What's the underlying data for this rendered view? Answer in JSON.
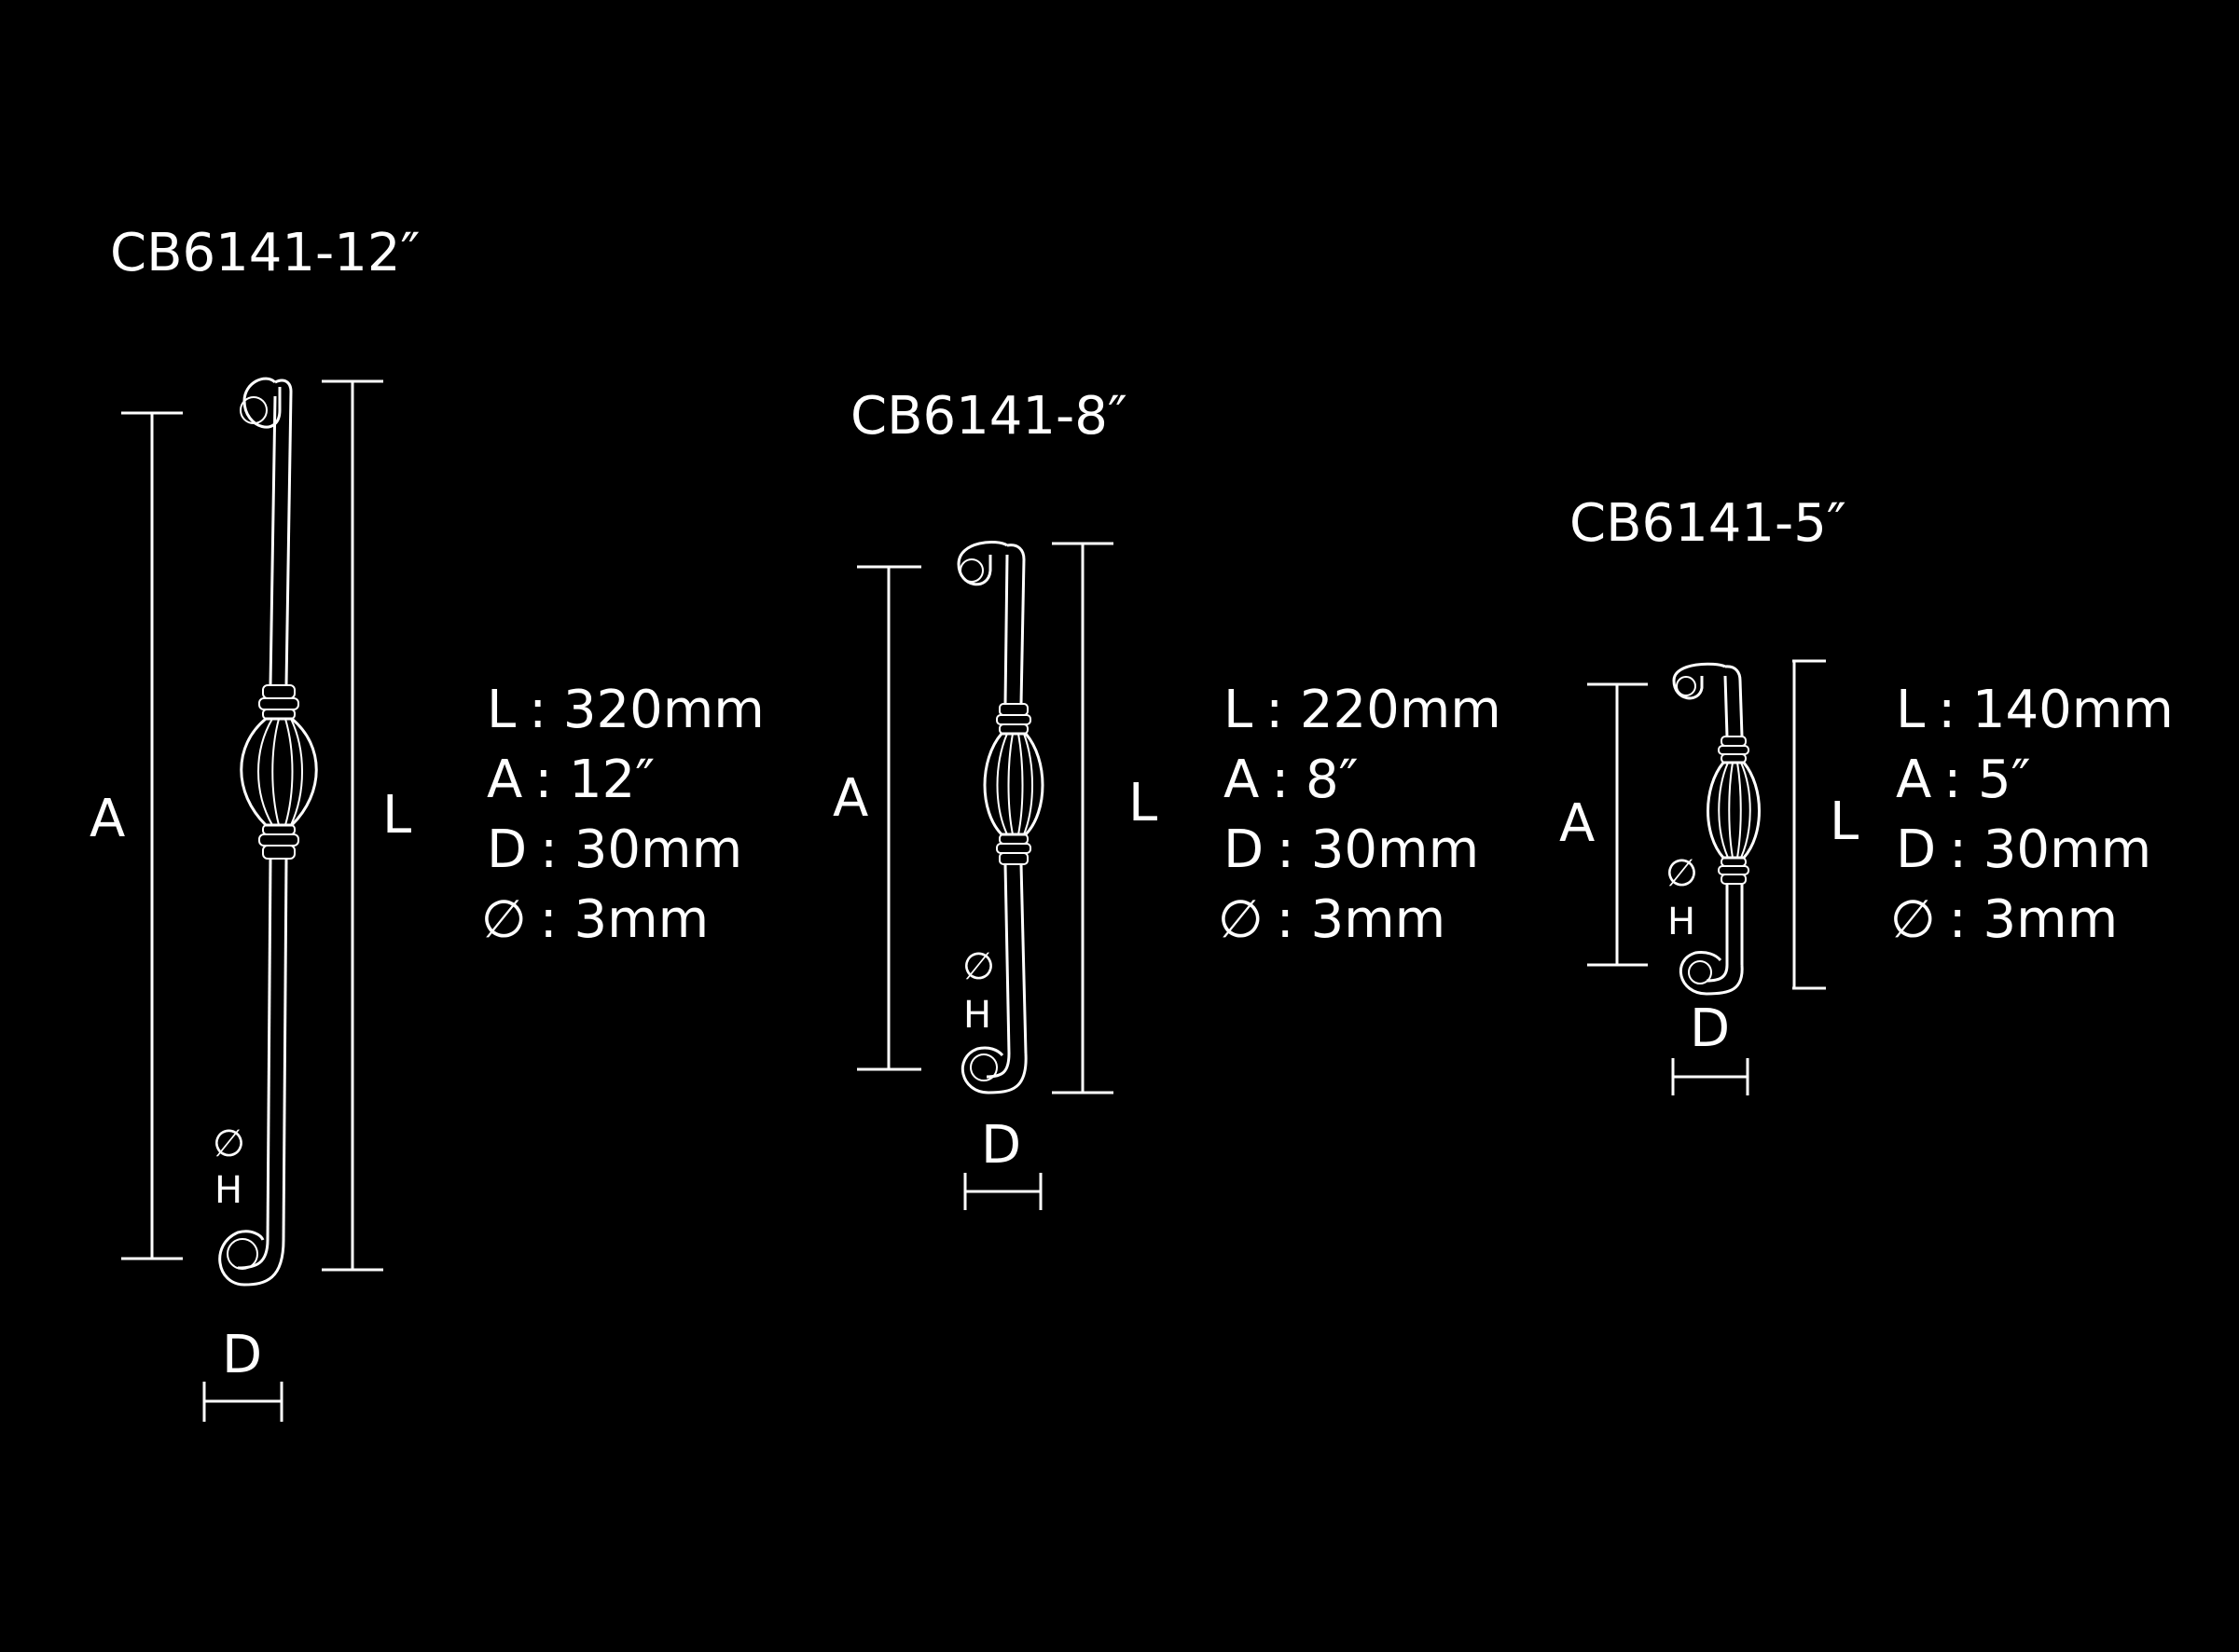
{
  "background_color": "#000000",
  "line_color": "#ffffff",
  "products": [
    {
      "model": "CB6141-12″",
      "dimension_labels": {
        "a": "A",
        "l": "L",
        "d": "D",
        "dia": "∅",
        "h": "H"
      },
      "specs": [
        {
          "key": "L",
          "value": ": 320mm"
        },
        {
          "key": "A",
          "value": ": 12″"
        },
        {
          "key": "D",
          "value": ": 30mm"
        },
        {
          "key": "∅",
          "value": ": 3mm"
        }
      ]
    },
    {
      "model": "CB6141-8″",
      "dimension_labels": {
        "a": "A",
        "l": "L",
        "d": "D",
        "dia": "∅",
        "h": "H"
      },
      "specs": [
        {
          "key": "L",
          "value": ": 220mm"
        },
        {
          "key": "A",
          "value": ": 8″"
        },
        {
          "key": "D",
          "value": ": 30mm"
        },
        {
          "key": "∅",
          "value": ": 3mm"
        }
      ]
    },
    {
      "model": "CB6141-5″",
      "dimension_labels": {
        "a": "A",
        "l": "L",
        "d": "D",
        "dia": "∅",
        "h": "H"
      },
      "specs": [
        {
          "key": "L",
          "value": ": 140mm"
        },
        {
          "key": "A",
          "value": ": 5″"
        },
        {
          "key": "D",
          "value": ": 30mm"
        },
        {
          "key": "∅",
          "value": ": 3mm"
        }
      ]
    }
  ]
}
